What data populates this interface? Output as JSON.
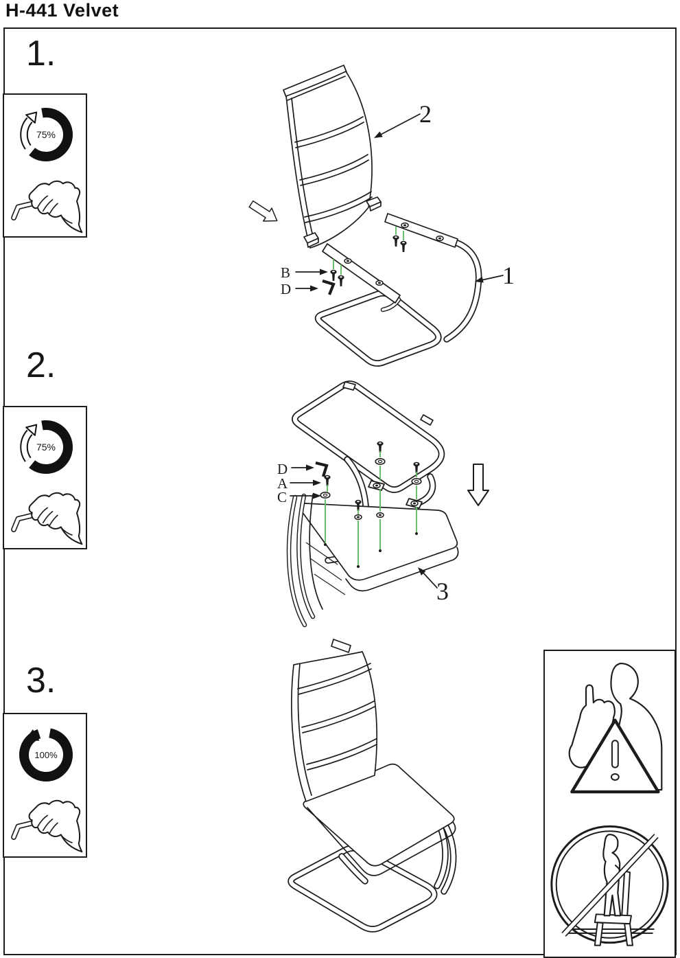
{
  "title": "H-441 Velvet",
  "colors": {
    "line": "#1c1c1c",
    "screw_guide_green": "#5cb85c",
    "background": "#ffffff"
  },
  "steps": {
    "step1": {
      "number": "1.",
      "torque": "75%",
      "tool_icon": "allen-key-in-hand",
      "parts": {
        "backrest": "2",
        "frame": "1"
      },
      "hardware": {
        "screw": "B",
        "key": "D"
      }
    },
    "step2": {
      "number": "2.",
      "torque": "75%",
      "tool_icon": "allen-key-in-hand",
      "parts": {
        "seat": "3"
      },
      "hardware": {
        "key": "D",
        "screw": "A",
        "washer": "C"
      }
    },
    "step3": {
      "number": "3.",
      "torque": "100%",
      "tool_icon": "allen-key-in-hand"
    }
  },
  "warnings": {
    "attention": "person-with-raised-finger-and-warning-triangle",
    "prohibition": "do-not-stand-on-chair"
  }
}
